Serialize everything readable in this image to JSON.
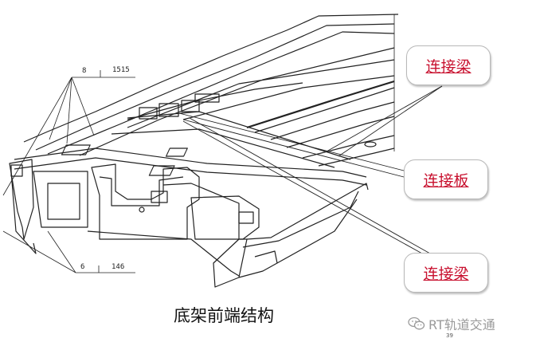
{
  "callouts": [
    {
      "label": "连接梁"
    },
    {
      "label": "连接板"
    },
    {
      "label": "连接梁"
    }
  ],
  "dimensions": {
    "top_left": "8",
    "top_right": "1515",
    "bottom_left": "6",
    "bottom_right": "146"
  },
  "caption": "底架前端结构",
  "watermark": {
    "text": "RT轨道交通",
    "icon": "wechat-icon"
  },
  "page_number": "39",
  "colors": {
    "callout_text": "#c8102e",
    "callout_border": "#b8b8b8",
    "drawing_line": "#222222"
  }
}
